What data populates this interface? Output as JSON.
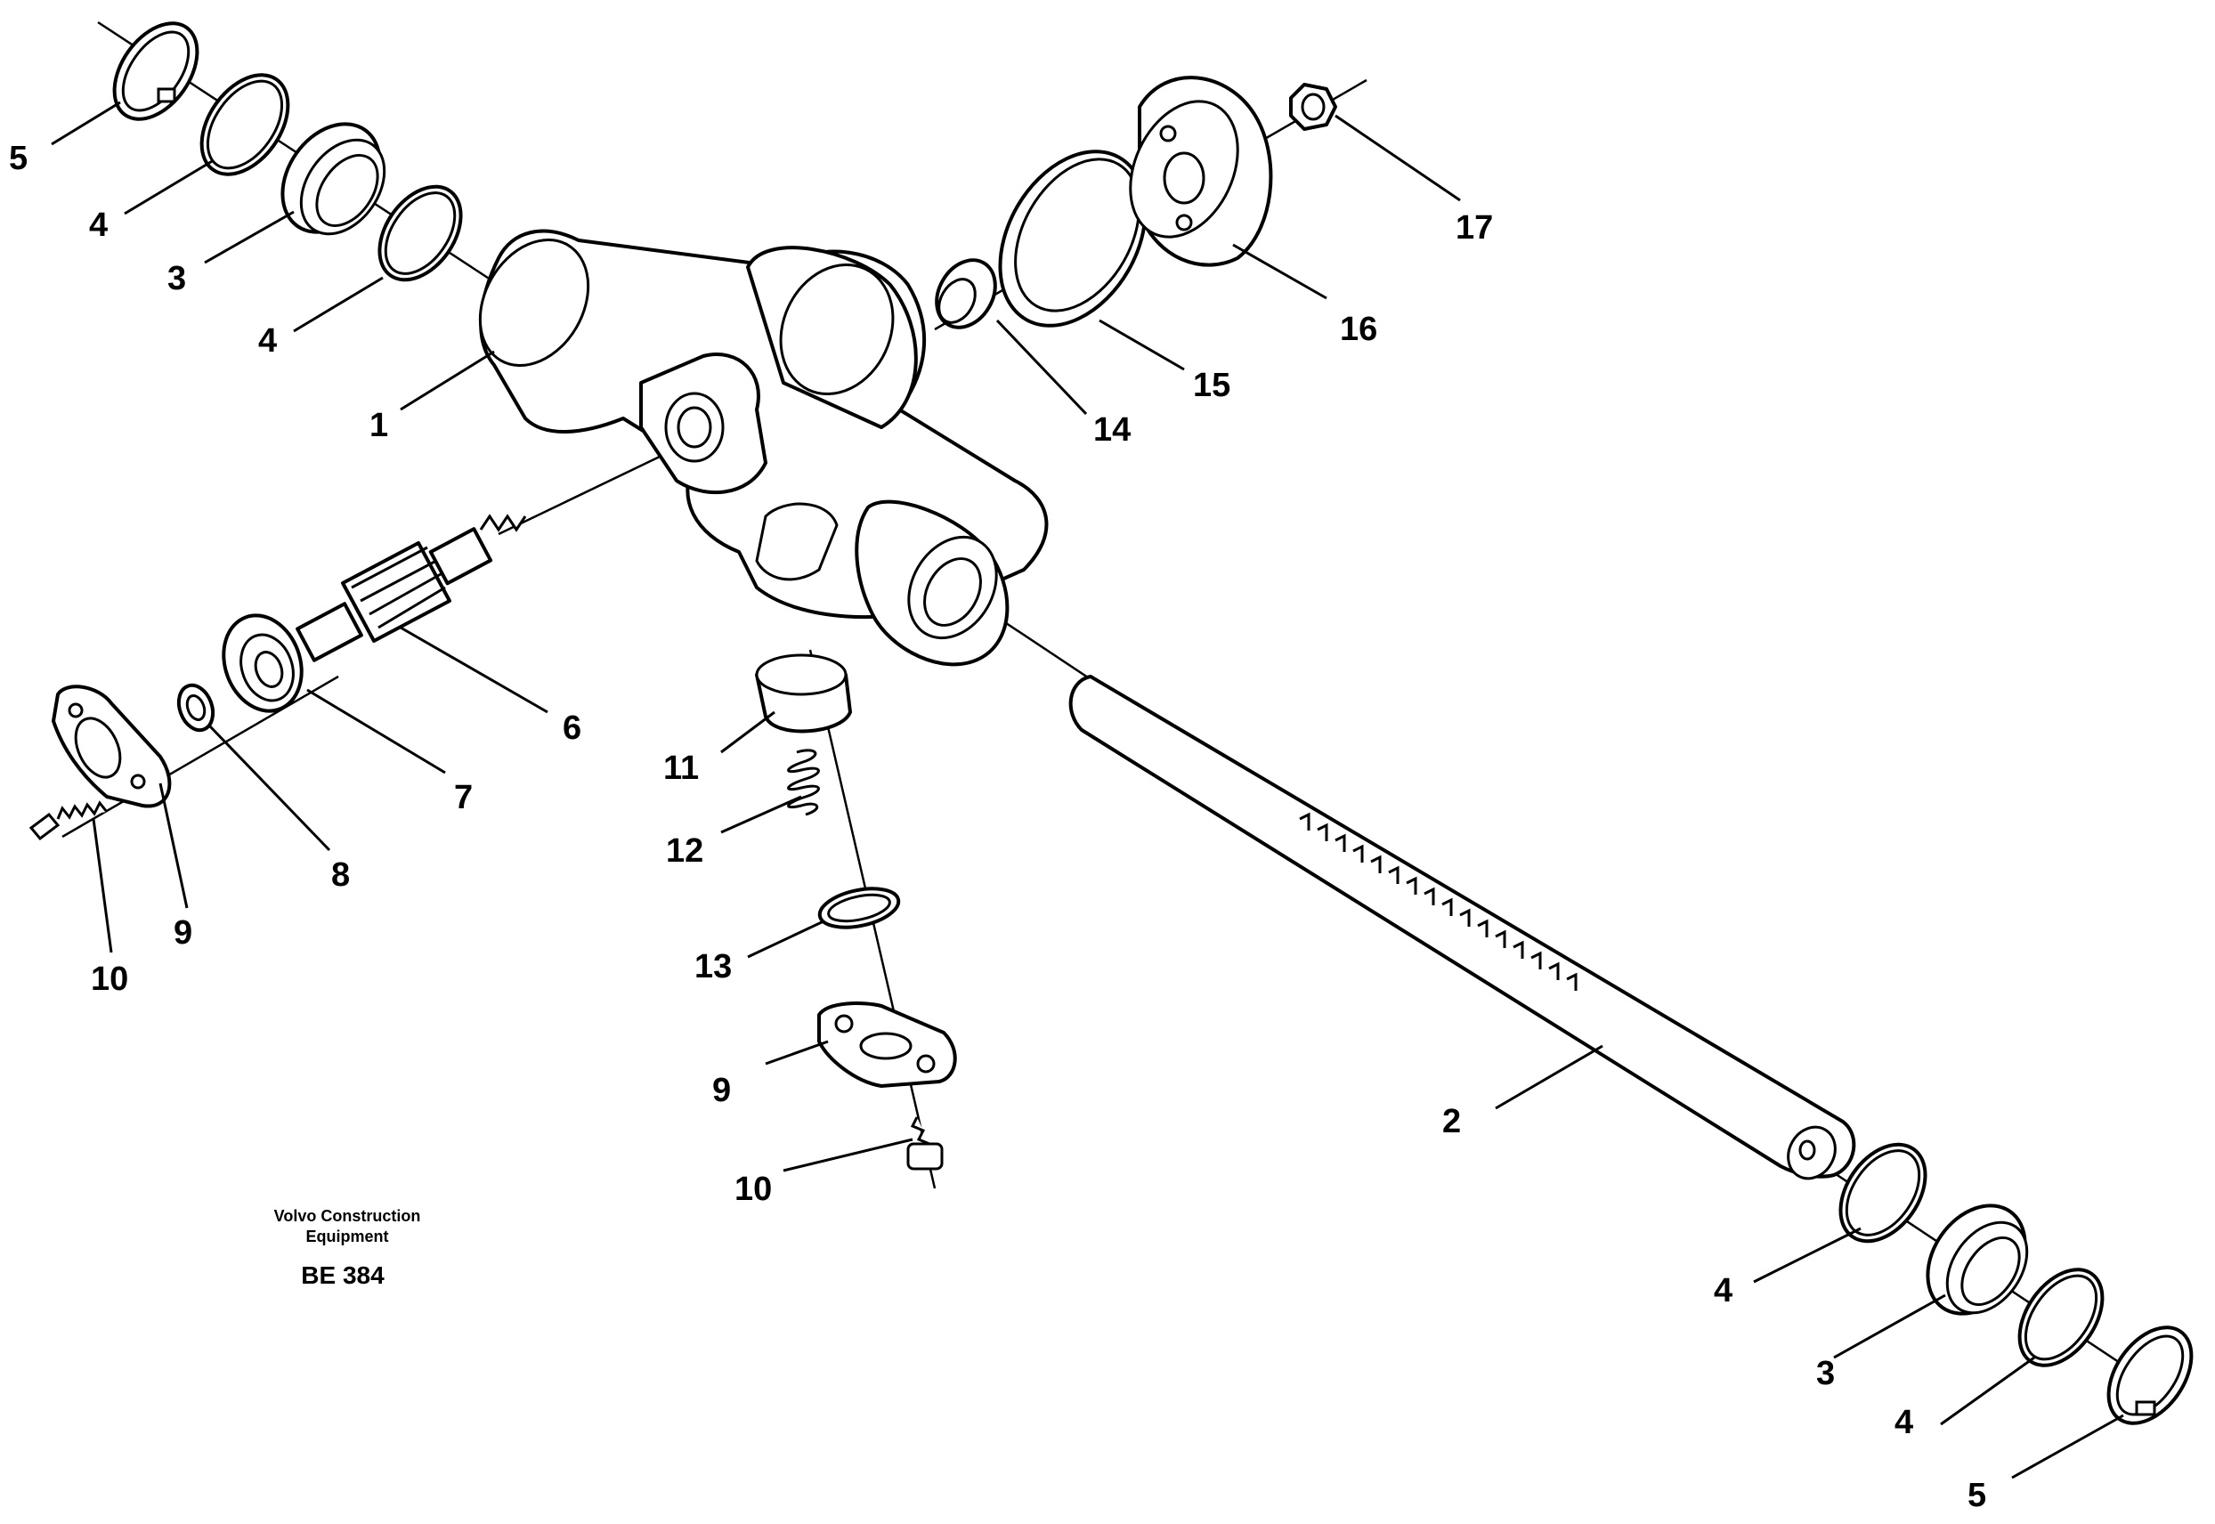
{
  "labels": {
    "l5a": "5",
    "l4a": "4",
    "l3a": "3",
    "l4b": "4",
    "l1": "1",
    "l17": "17",
    "l16": "16",
    "l15": "15",
    "l14": "14",
    "l6": "6",
    "l7": "7",
    "l8": "8",
    "l9a": "9",
    "l10a": "10",
    "l11": "11",
    "l12": "12",
    "l13": "13",
    "l9b": "9",
    "l10b": "10",
    "l2": "2",
    "l4c": "4",
    "l3b": "3",
    "l4d": "4",
    "l5b": "5"
  },
  "footer": {
    "maker_line1": "Volvo Construction",
    "maker_line2": "Equipment",
    "drawing_code": "BE 384"
  }
}
